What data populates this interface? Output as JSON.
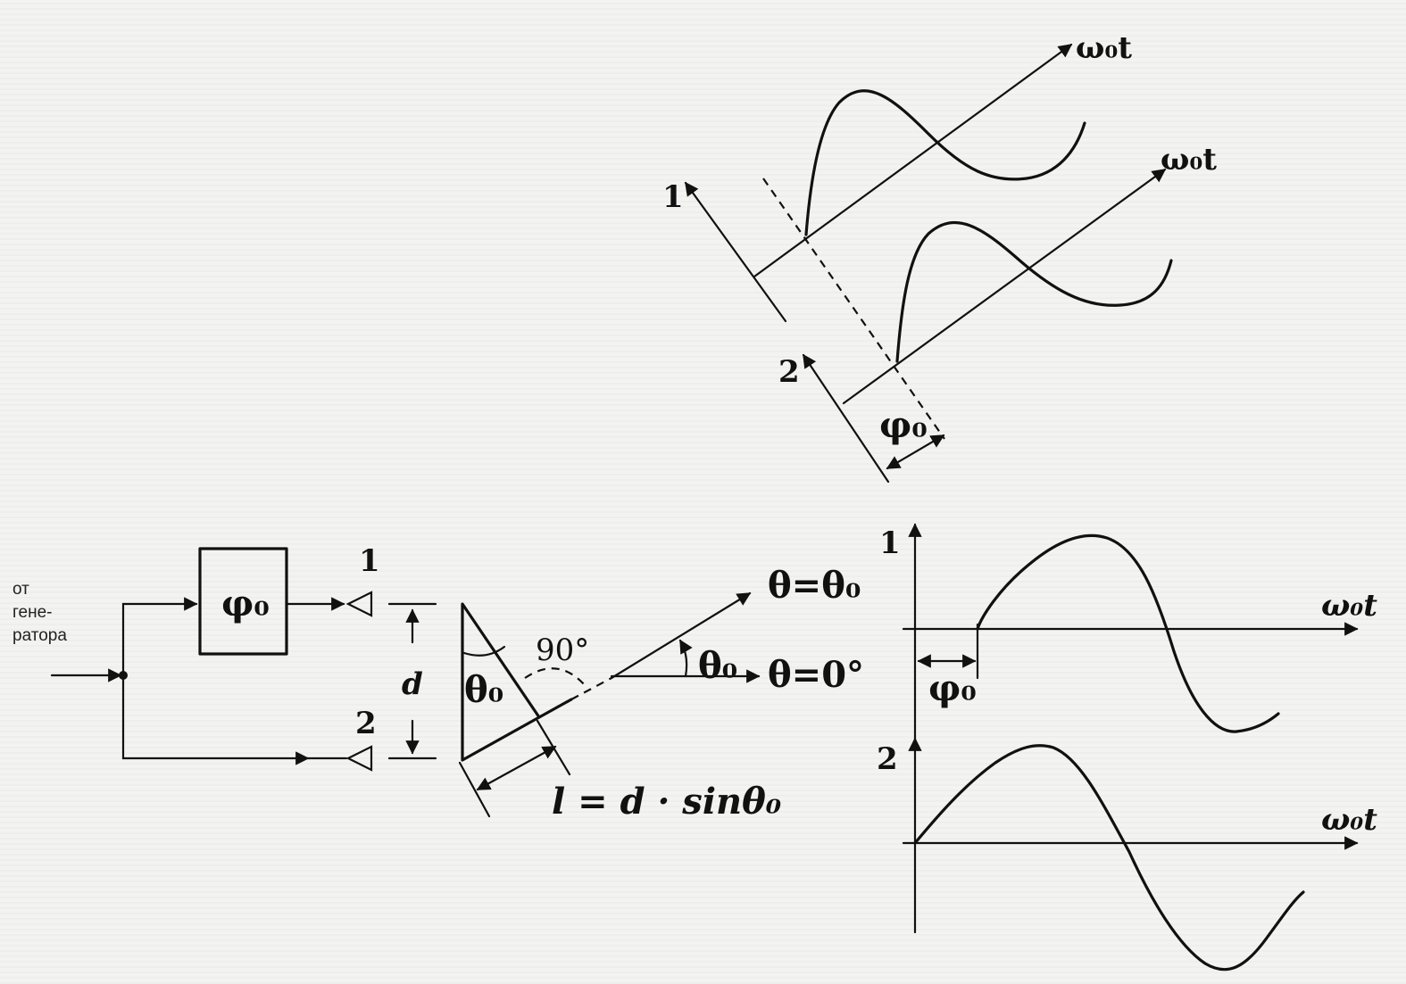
{
  "source_label": [
    "от",
    "гене-",
    "ратора"
  ],
  "phase_box_label": "φ₀",
  "element_1": "1",
  "element_2": "2",
  "spacing": "d",
  "angle_theta0": "θ₀",
  "right_angle": "90°",
  "beam_direction": "θ=θ₀",
  "broadside_direction": "θ=0°",
  "path_difference": "l = d · sinθ₀",
  "time_axis": "ω₀t",
  "phase_shift": "φ₀"
}
